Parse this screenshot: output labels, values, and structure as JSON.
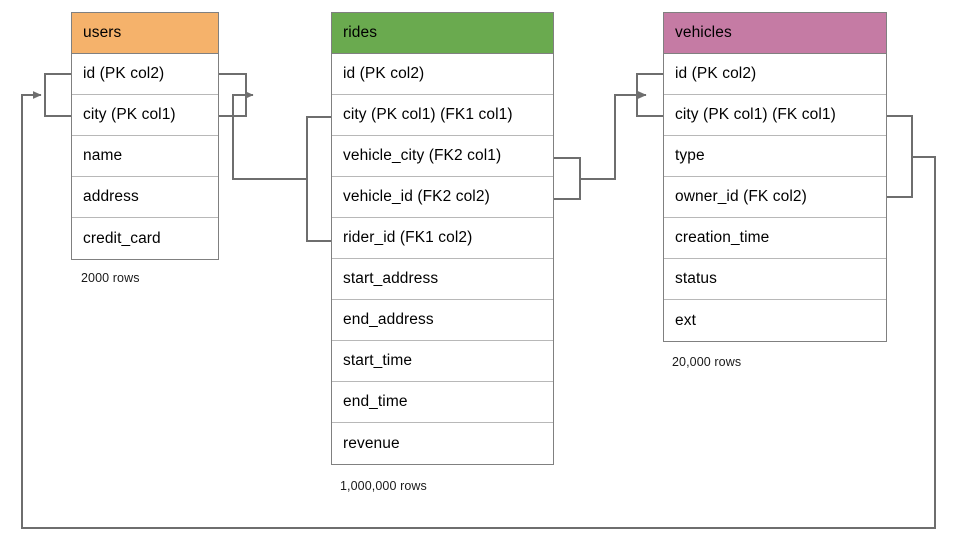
{
  "diagram": {
    "title": "Database schema relationship diagram",
    "background": "#ffffff",
    "line_color": "#6e6e6e"
  },
  "tables": [
    {
      "name": "users",
      "header_color": "#f5b26b",
      "row_count_label": "2000 rows",
      "columns": [
        "id (PK col2)",
        "city (PK col1)",
        "name",
        "address",
        "credit_card"
      ]
    },
    {
      "name": "rides",
      "header_color": "#6aaa4f",
      "row_count_label": "1,000,000 rows",
      "columns": [
        "id (PK col2)",
        "city (PK col1) (FK1 col1)",
        "vehicle_city (FK2 col1)",
        "vehicle_id (FK2 col2)",
        "rider_id (FK1 col2)",
        "start_address",
        "end_address",
        "start_time",
        "end_time",
        "revenue"
      ]
    },
    {
      "name": "vehicles",
      "header_color": "#c57ba4",
      "row_count_label": "20,000 rows",
      "columns": [
        "id (PK col2)",
        "city (PK col1) (FK col1)",
        "type",
        "owner_id (FK col2)",
        "creation_time",
        "status",
        "ext"
      ]
    }
  ],
  "relationships": [
    {
      "name": "rides-fk1-to-users",
      "from_table": "rides",
      "from_columns": [
        "city (PK col1) (FK1 col1)",
        "rider_id (FK1 col2)"
      ],
      "to_table": "users",
      "to_columns": [
        "id (PK col2)",
        "city (PK col1)"
      ]
    },
    {
      "name": "rides-fk2-to-vehicles",
      "from_table": "rides",
      "from_columns": [
        "vehicle_city (FK2 col1)",
        "vehicle_id (FK2 col2)"
      ],
      "to_table": "vehicles",
      "to_columns": [
        "id (PK col2)",
        "city (PK col1) (FK col1)"
      ]
    },
    {
      "name": "vehicles-fk-to-users",
      "from_table": "vehicles",
      "from_columns": [
        "city (PK col1) (FK col1)",
        "owner_id (FK col2)"
      ],
      "to_table": "users",
      "to_columns": [
        "id (PK col2)",
        "city (PK col1)"
      ]
    }
  ]
}
